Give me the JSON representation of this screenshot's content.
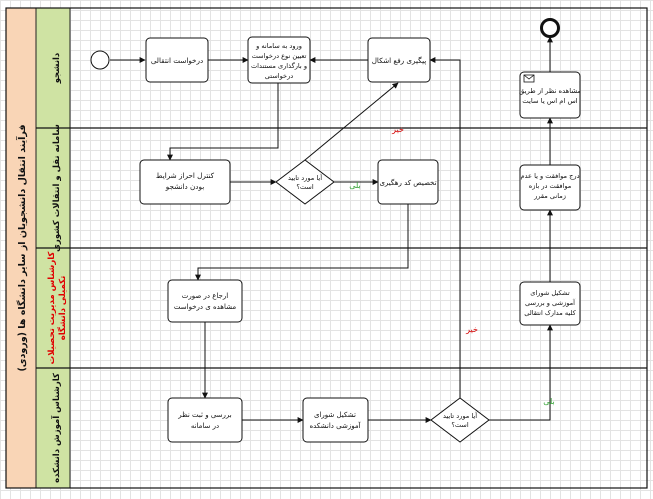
{
  "pool": {
    "title": "فرآیند انتقال دانشجویان از سایر دانشگاه ها (ورودی)"
  },
  "lanes": [
    {
      "id": "student",
      "lines": [
        "دانشجو"
      ],
      "color": "#000000"
    },
    {
      "id": "system",
      "lines": [
        "سامانه نقل و انتقالات کشوری"
      ],
      "color": "#000000"
    },
    {
      "id": "grad-expert",
      "lines": [
        "کارشناس مدیریت تحصیلات",
        "تکمیلی دانشگاه"
      ],
      "color": "#e00000"
    },
    {
      "id": "edu-expert",
      "lines": [
        "کارشناس آموزش دانشکده"
      ],
      "color": "#000000"
    }
  ],
  "nodes": {
    "request": {
      "lines": [
        "درخواست انتقالی"
      ]
    },
    "login": {
      "lines": [
        "ورود به سامانه و",
        "تعیین نوع درخواست",
        "و بارگذاری مستندات",
        "درخواستی"
      ]
    },
    "followup": {
      "lines": [
        "پیگیری رفع اشکال"
      ]
    },
    "view-result": {
      "lines": [
        "مشاهده نظر از طریق",
        "اس ام اس یا سایت"
      ]
    },
    "check-conditions": {
      "lines": [
        "کنترل احراز شرایط",
        "بودن دانشجو"
      ]
    },
    "gateway-1": {
      "lines": [
        "آیا مورد تایید",
        "است؟"
      ]
    },
    "assign-code": {
      "lines": [
        "تخصیص کد رهگیری"
      ]
    },
    "record-approval": {
      "lines": [
        "درج موافقت و یا عدم",
        "موافقت در بازه",
        "زمانی مقرر"
      ]
    },
    "refer-view": {
      "lines": [
        "ارجاع در صورت",
        "مشاهده ی درخواست"
      ]
    },
    "council-review": {
      "lines": [
        "تشکیل شورای",
        "آموزشی و بررسی",
        "کلیه مدارک انتقالی"
      ]
    },
    "review-system": {
      "lines": [
        "بررسی و ثبت نظر",
        "در سامانه"
      ]
    },
    "faculty-council": {
      "lines": [
        "تشکیل شورای",
        "آموزشی دانشکده"
      ]
    },
    "gateway-2": {
      "lines": [
        "آیا مورد تایید",
        "است؟"
      ]
    }
  },
  "flow_labels": {
    "no_1": "خیر",
    "yes_1": "بلی",
    "no_2": "خیر",
    "yes_2": "بلی"
  },
  "colors": {
    "no": "#d40000",
    "yes": "#2e9e2e",
    "pool_band": "#f9d5b6",
    "lane_band": "#cfe3a3"
  }
}
